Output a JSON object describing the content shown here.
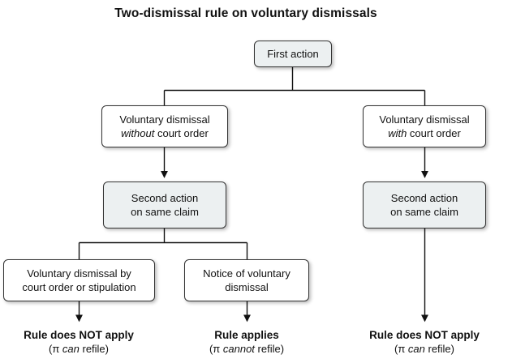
{
  "title": "Two-dismissal rule on voluntary dismissals",
  "colors": {
    "background": "#ffffff",
    "box_fill_shaded": "#ecf0f1",
    "box_fill_white": "#ffffff",
    "box_border": "#333333",
    "line": "#111111",
    "text": "#111111"
  },
  "nodes": {
    "first_action": {
      "label": "First action"
    },
    "vd_without": {
      "line1": "Voluntary dismissal",
      "italic": "without",
      "rest": " court order"
    },
    "vd_with": {
      "line1": "Voluntary dismissal",
      "italic": "with",
      "rest": " court order"
    },
    "second_left": {
      "line1": "Second action",
      "line2": "on same claim"
    },
    "second_right": {
      "line1": "Second action",
      "line2": "on same claim"
    },
    "vd_court_stip": {
      "line1": "Voluntary dismissal by",
      "line2": "court order or stipulation"
    },
    "notice_vd": {
      "line1": "Notice of voluntary",
      "line2": "dismissal"
    }
  },
  "outcomes": {
    "left": {
      "heading": "Rule does NOT apply",
      "pre": "(π ",
      "italic": "can",
      "post": " refile)"
    },
    "middle": {
      "heading": "Rule applies",
      "pre": "(π ",
      "italic": "cannot",
      "post": " refile)"
    },
    "right": {
      "heading": "Rule does NOT apply",
      "pre": "(π ",
      "italic": "can",
      "post": " refile)"
    }
  }
}
